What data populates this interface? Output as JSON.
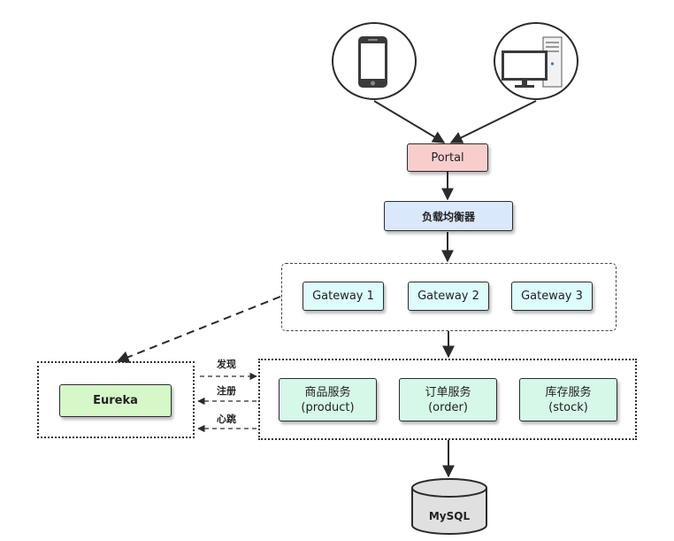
{
  "nodes": {
    "portal": "Portal",
    "load_balancer": "负载均衡器",
    "gateways": [
      "Gateway 1",
      "Gateway 2",
      "Gateway 3"
    ],
    "eureka": "Eureka",
    "services": [
      {
        "name": "商品服务",
        "id": "(product)"
      },
      {
        "name": "订单服务",
        "id": "(order)"
      },
      {
        "name": "库存服务",
        "id": "(stock)"
      }
    ],
    "database": "MySQL"
  },
  "edge_labels": {
    "discover": "发现",
    "register": "注册",
    "heartbeat": "心跳"
  },
  "icons": {
    "client_mobile": "mobile-phone-icon",
    "client_desktop": "desktop-computer-icon"
  },
  "colors": {
    "portal_fill": "#f8cecc",
    "load_balancer_fill": "#dae8fc",
    "gateway_fill": "#ddfcfc",
    "eureka_fill": "#d5f8c8",
    "service_fill": "#d5f8e8",
    "database_fill": "#e0e0e0"
  }
}
